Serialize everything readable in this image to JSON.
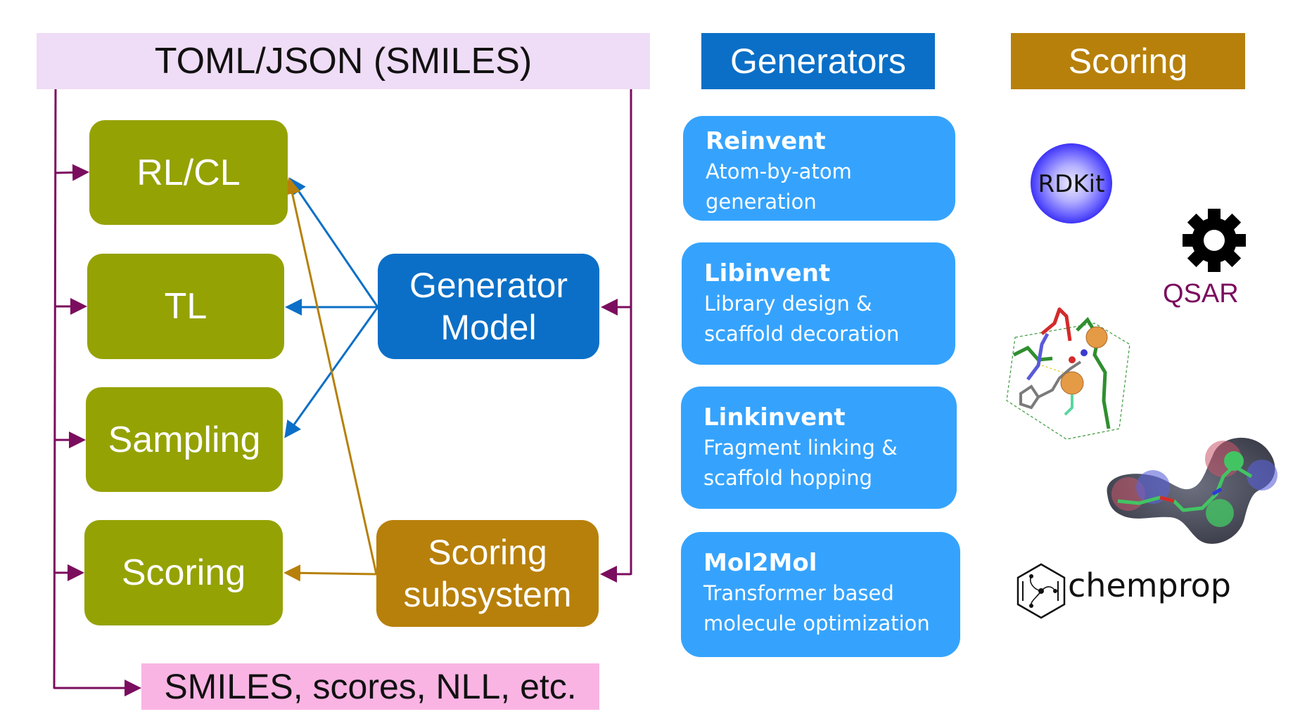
{
  "headers": {
    "config": "TOML/JSON (SMILES)",
    "generators": "Generators",
    "scoring": "Scoring"
  },
  "modes": [
    {
      "label": "RL/CL"
    },
    {
      "label": "TL"
    },
    {
      "label": "Sampling"
    },
    {
      "label": "Scoring"
    }
  ],
  "components": {
    "generator_model": [
      "Generator",
      "Model"
    ],
    "scoring_subsystem": [
      "Scoring",
      "subsystem"
    ]
  },
  "output": "SMILES, scores, NLL, etc.",
  "generators": [
    {
      "name": "Reinvent",
      "desc": [
        "Atom-by-atom",
        "generation"
      ]
    },
    {
      "name": "Libinvent",
      "desc": [
        "Library design &",
        "scaffold decoration"
      ]
    },
    {
      "name": "Linkinvent",
      "desc": [
        "Fragment linking  &",
        "scaffold hopping"
      ]
    },
    {
      "name": "Mol2Mol",
      "desc": [
        "Transformer based",
        "molecule optimization"
      ]
    }
  ],
  "scoring_tools": {
    "rdkit": "RDKit",
    "qsar": "QSAR",
    "chemprop": "chemprop"
  },
  "colors": {
    "config_bg": "#efdcf6",
    "generators_blue": "#0b6fc7",
    "generator_card": "#35a3fd",
    "scoring_gold": "#b7800a",
    "mode_olive": "#95a204",
    "output_pink": "#f9b4e3",
    "flow_purple": "#7b0d5e"
  }
}
